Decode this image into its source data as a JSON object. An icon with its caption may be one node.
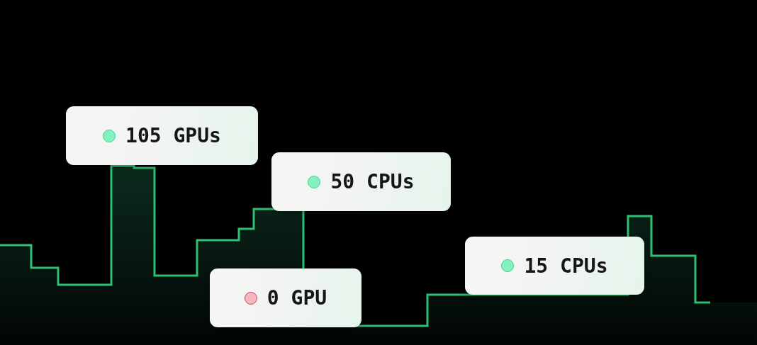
{
  "diagram": {
    "nodes": [
      {
        "text": [
          "105 GPUs"
        ]
      },
      {
        "text": [
          "50 CPUs"
        ]
      },
      {
        "text": [
          "15 CPUs"
        ]
      },
      {
        "text": [
          "0 GPU"
        ]
      }
    ]
  }
}
